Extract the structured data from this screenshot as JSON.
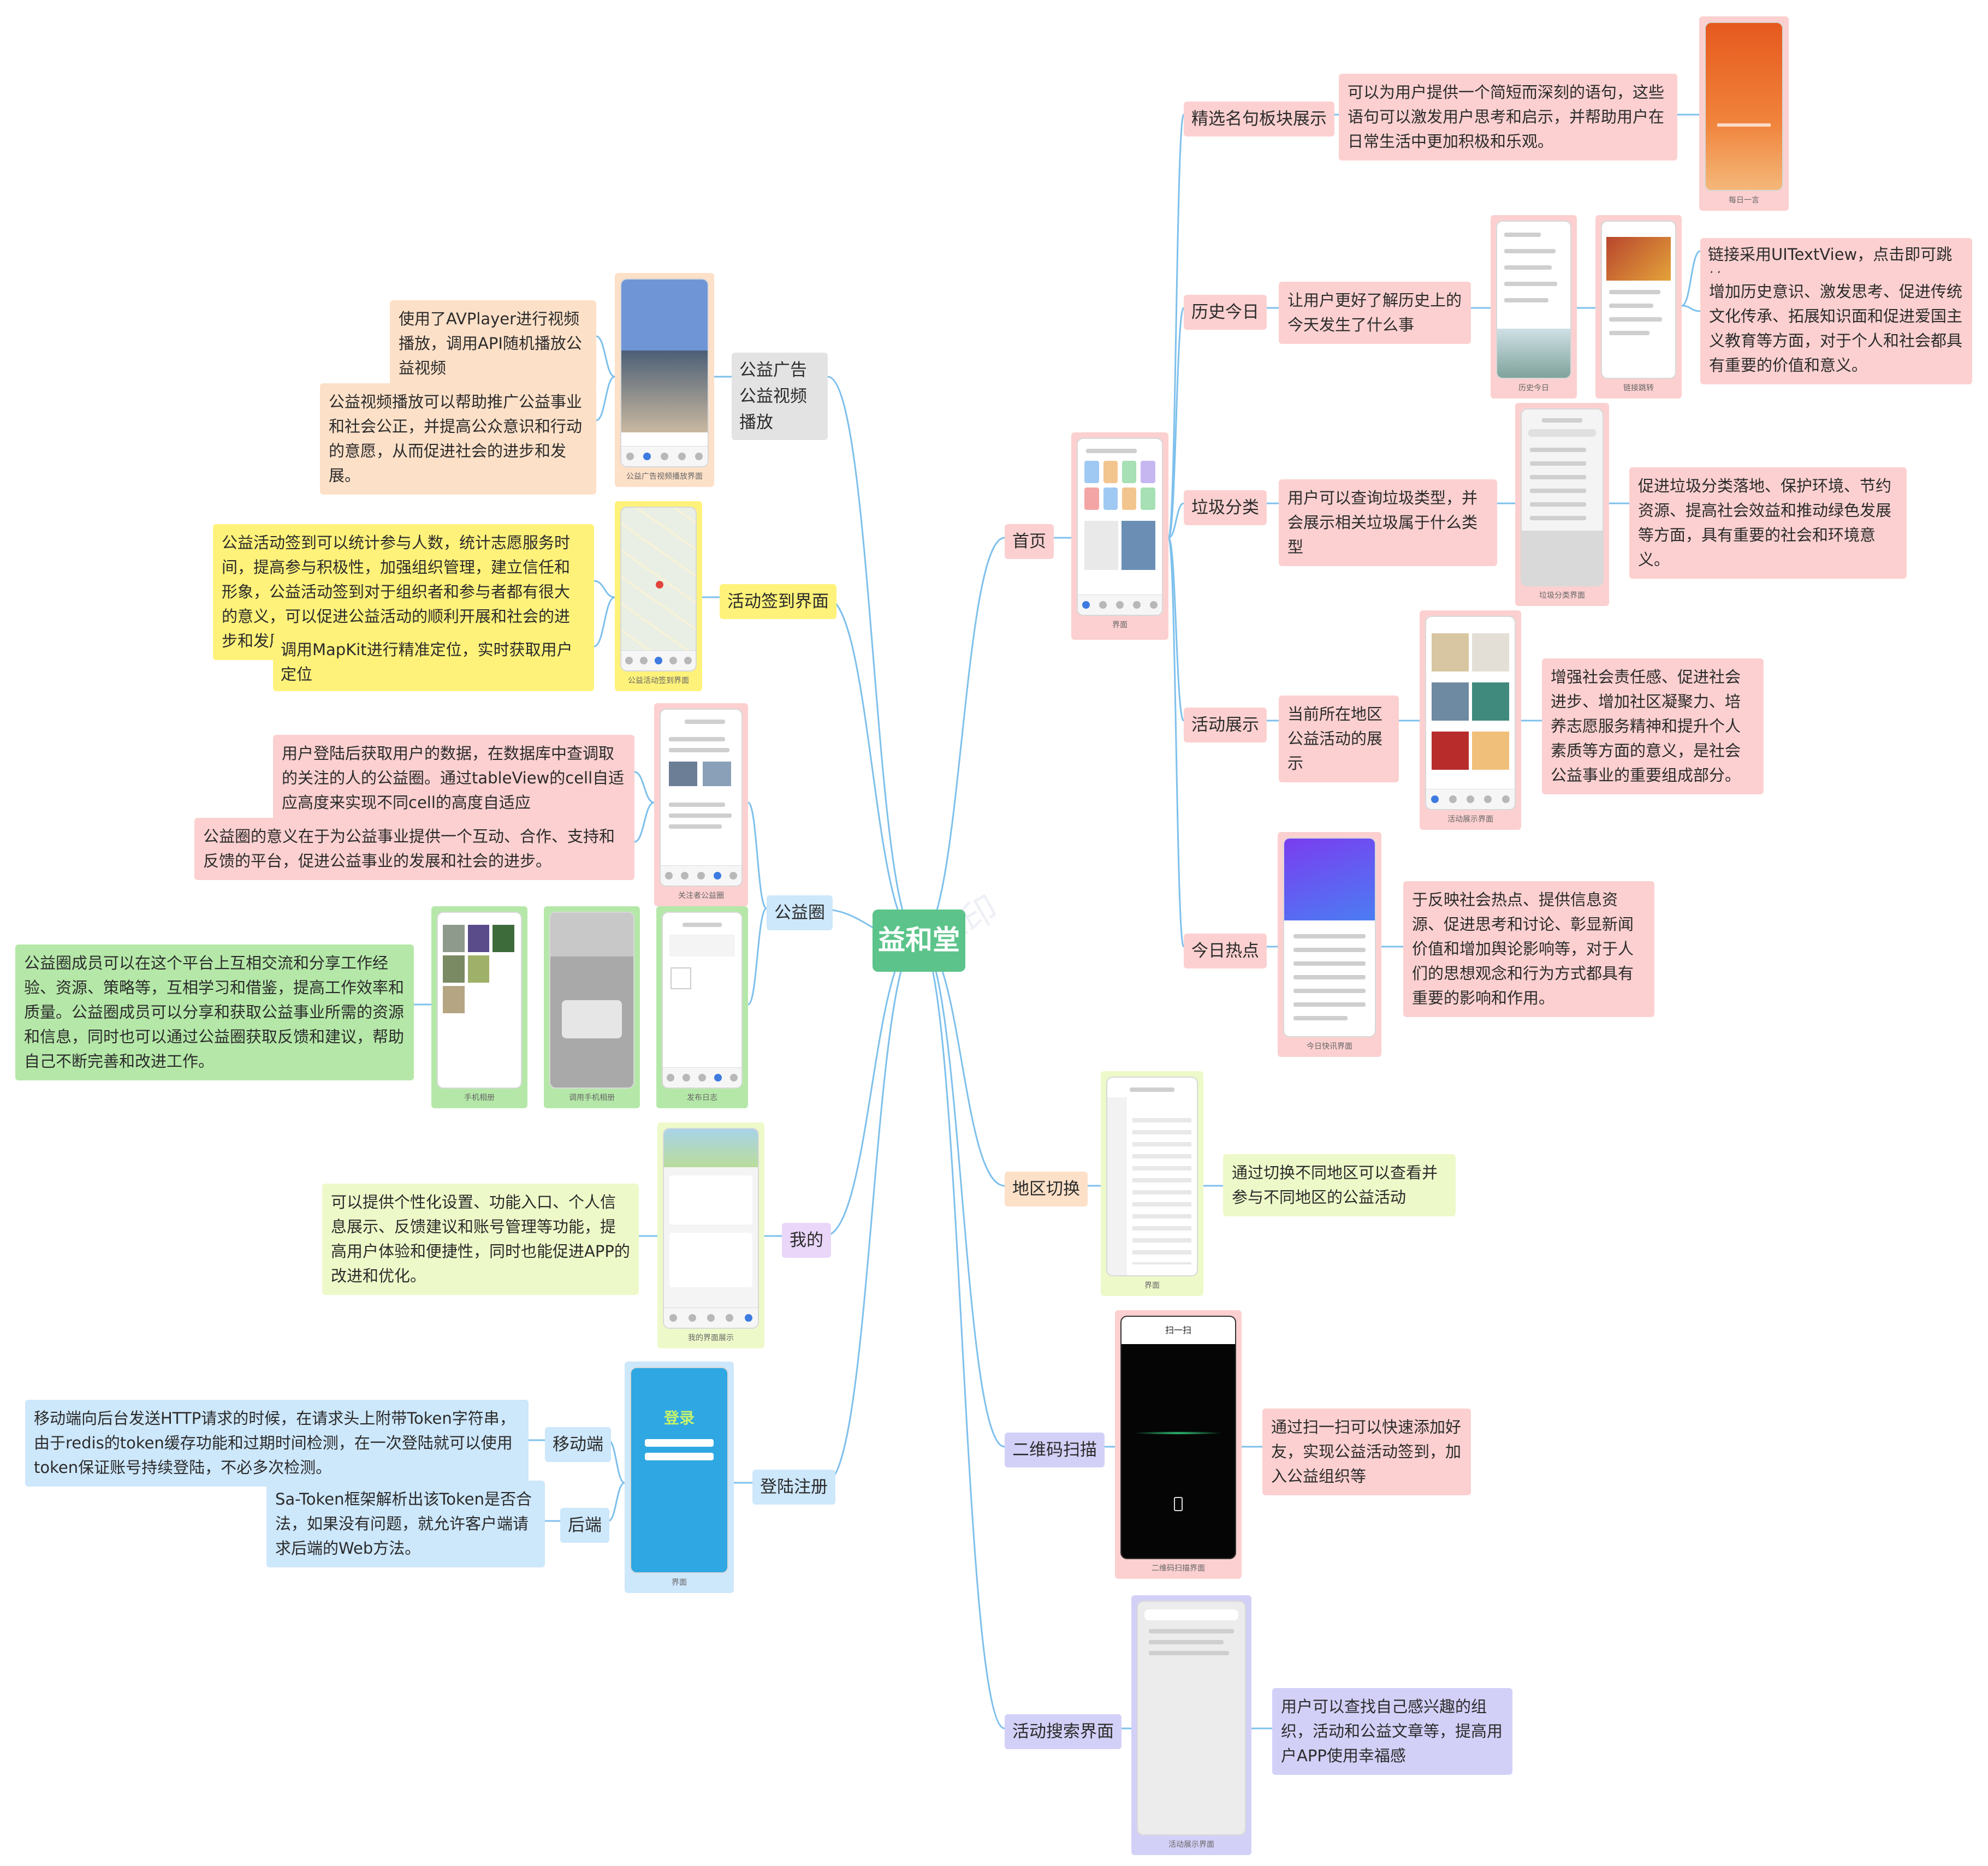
{
  "center": "益和堂",
  "watermark": "水印",
  "branches": {
    "home": "首页",
    "region": "地区切换",
    "qr": "二维码扫描",
    "search": "活动搜索界面",
    "ad": "公益广告公益视频播放",
    "checkin": "活动签到界面",
    "circle": "公益圈",
    "mine": "我的",
    "login": "登陆注册"
  },
  "home": {
    "quote": {
      "title": "精选名句板块展示",
      "desc": "可以为用户提供一个简短而深刻的语句，这些语句可以激发用户思考和启示，并帮助用户在日常生活中更加积极和乐观。",
      "caption": "每日一言"
    },
    "history": {
      "title": "历史今日",
      "desc": "让用户更好了解历史上的今天发生了什么事",
      "caption1": "历史今日",
      "caption2": "链接跳转",
      "note1": "链接采用UITextView，点击即可跳转",
      "note2": "增加历史意识、激发思考、促进传统文化传承、拓展知识面和促进爱国主义教育等方面，对于个人和社会都具有重要的价值和意义。"
    },
    "trash": {
      "title": "垃圾分类",
      "desc": "用户可以查询垃圾类型，并会展示相关垃圾属于什么类型",
      "caption": "垃圾分类界面",
      "note": "促进垃圾分类落地、保护环境、节约资源、提高社会效益和推动绿色发展等方面，具有重要的社会和环境意义。"
    },
    "activity": {
      "title": "活动展示",
      "desc": "当前所在地区公益活动的展示",
      "caption": "活动展示界面",
      "note": "增强社会责任感、促进社会进步、增加社区凝聚力、培养志愿服务精神和提升个人素质等方面的意义，是社会公益事业的重要组成部分。"
    },
    "hot": {
      "title": "今日热点",
      "caption": "今日快讯界面",
      "note": "于反映社会热点、提供信息资源、促进思考和讨论、彰显新闻价值和增加舆论影响等，对于人们的思想观念和行为方式都具有重要的影响和作用。"
    },
    "caption": "界面"
  },
  "region": {
    "desc": "通过切换不同地区可以查看并参与不同地区的公益活动",
    "caption": "界面"
  },
  "qr": {
    "desc": "通过扫一扫可以快速添加好友，实现公益活动签到，加入公益组织等",
    "caption": "二维码扫描界面",
    "screen_title": "扫一扫"
  },
  "search": {
    "desc": "用户可以查找自己感兴趣的组织，活动和公益文章等，提高用户APP使用幸福感",
    "caption": "活动展示界面"
  },
  "ad": {
    "note1": "使用了AVPlayer进行视频播放，调用API随机播放公益视频",
    "note2": "公益视频播放可以帮助推广公益事业和社会公正，并提高公众意识和行动的意愿，从而促进社会的进步和发展。",
    "caption": "公益广告视频播放界面"
  },
  "checkin": {
    "note1": "公益活动签到可以统计参与人数，统计志愿服务时间，提高参与积极性，加强组织管理，建立信任和形象，公益活动签到对于组织者和参与者都有很大的意义，可以促进公益活动的顺利开展和社会的进步和发展。",
    "note2": "调用MapKit进行精准定位，实时获取用户定位",
    "caption": "公益活动签到界面"
  },
  "circle": {
    "note1": "用户登陆后获取用户的数据，在数据库中查调取的关注的人的公益圈。通过tableView的cell自适应高度来实现不同cell的高度自适应",
    "note2": "公益圈的意义在于为公益事业提供一个互动、合作、支持和反馈的平台，促进公益事业的发展和社会的进步。",
    "note3": "公益圈成员可以在这个平台上互相交流和分享工作经验、资源、策略等，互相学习和借鉴，提高工作效率和质量。公益圈成员可以分享和获取公益事业所需的资源和信息，同时也可以通过公益圈获取反馈和建议，帮助自己不断完善和改进工作。",
    "caption_follow": "关注者公益圈",
    "caption_album": "手机相册",
    "caption_call": "调用手机相册",
    "caption_post": "发布日志"
  },
  "mine": {
    "desc": "可以提供个性化设置、功能入口、个人信息展示、反馈建议和账号管理等功能，提高用户体验和便捷性，同时也能促进APP的改进和优化。",
    "caption": "我的界面展示"
  },
  "login": {
    "mobile": "移动端",
    "backend": "后端",
    "mobile_desc": "移动端向后台发送HTTP请求的时候，在请求头上附带Token字符串，由于redis的token缓存功能和过期时间检测，在一次登陆就可以使用 token保证账号持续登陆，不必多次检测。",
    "backend_desc": "Sa-Token框架解析出该Token是否合法，如果没有问题，就允许客户端请求后端的Web方法。",
    "caption": "界面",
    "screen_title": "登录"
  },
  "colors": {
    "pink": "#fcd0d0",
    "peach": "#fde0c8",
    "gray": "#e3e3e3",
    "yellow": "#fff27a",
    "green": "#b5e8a8",
    "blue": "#cde7fb",
    "lavender": "#d3d0f8",
    "lime": "#eef9c9",
    "purple": "#e9d6f9",
    "line": "#7ec0ec"
  }
}
